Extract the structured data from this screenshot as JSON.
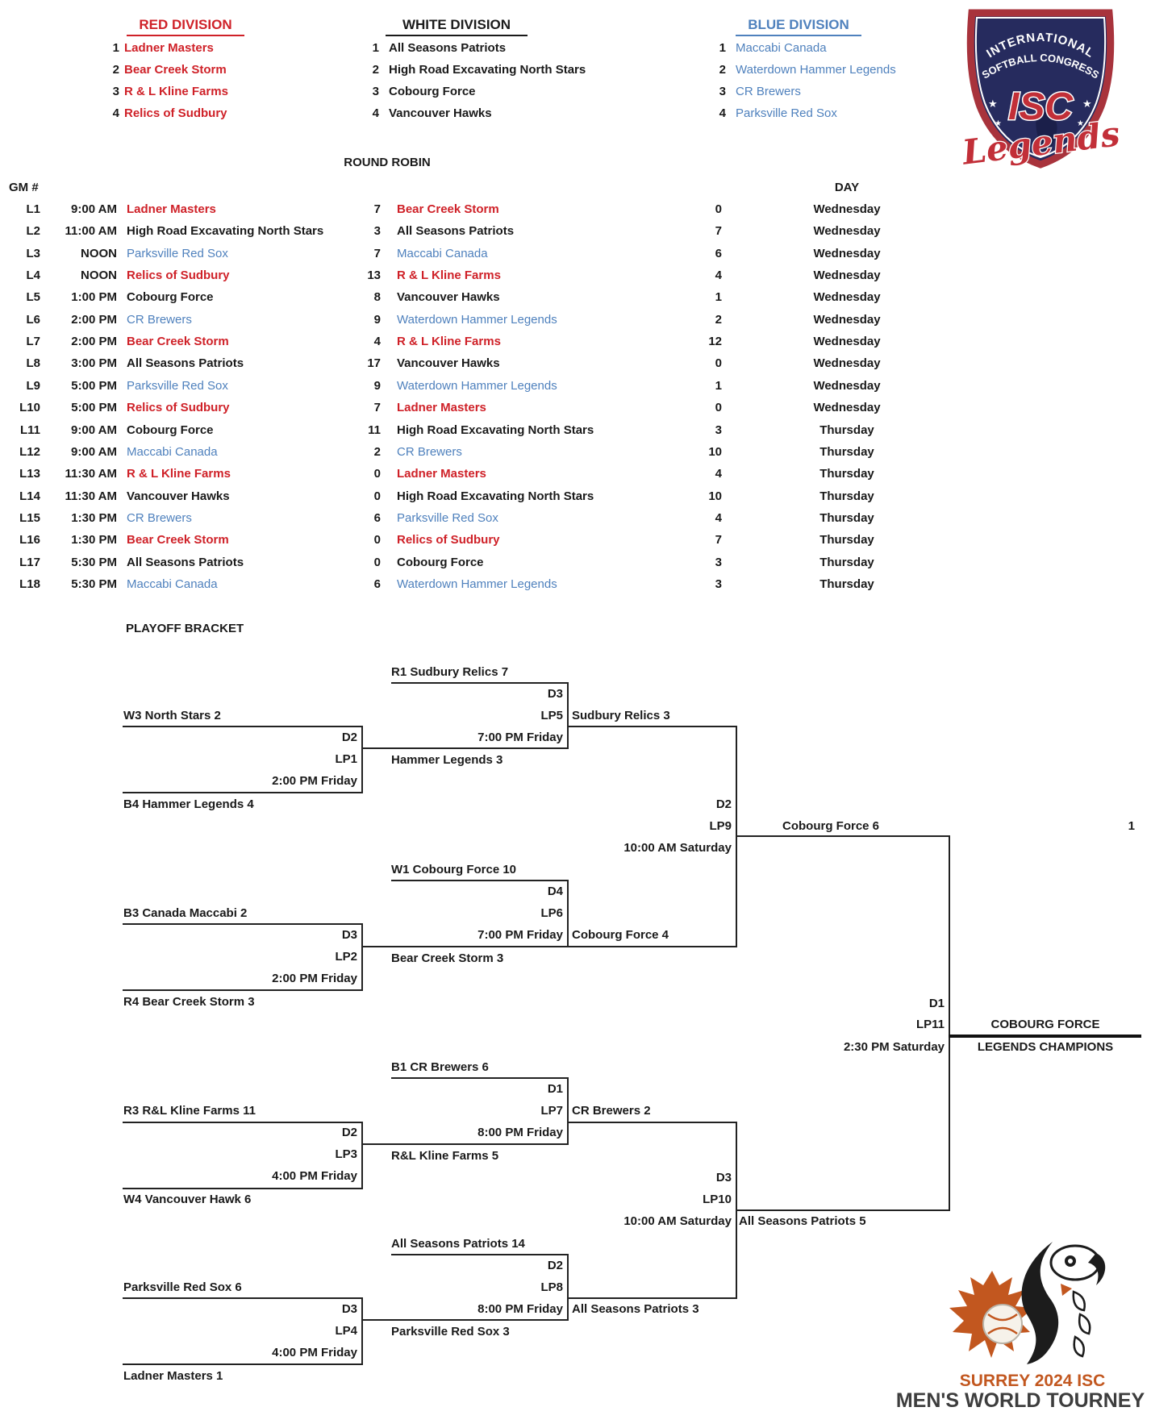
{
  "page": {
    "page_number": "1"
  },
  "divisions": [
    {
      "name": "RED DIVISION",
      "color": "#cf2128",
      "teams": [
        "Ladner Masters",
        "Bear Creek Storm",
        "R & L Kline Farms",
        "Relics of Sudbury"
      ]
    },
    {
      "name": "WHITE DIVISION",
      "color": "#1a1a1a",
      "teams": [
        "All Seasons Patriots",
        "High Road Excavating North Stars",
        "Cobourg Force",
        "Vancouver Hawks"
      ]
    },
    {
      "name": "BLUE DIVISION",
      "color": "#4f81bd",
      "teams": [
        "Maccabi Canada",
        "Waterdown Hammer Legends",
        "CR Brewers",
        "Parksville Red Sox"
      ]
    }
  ],
  "round_robin": {
    "title": "ROUND ROBIN",
    "gm_header": "GM #",
    "day_header": "DAY",
    "games": [
      {
        "gm": "L1",
        "time": "9:00 AM",
        "home": "Ladner Masters",
        "home_score": "7",
        "away": "Bear Creek Storm",
        "away_score": "0",
        "day": "Wednesday",
        "color": "red"
      },
      {
        "gm": "L2",
        "time": "11:00 AM",
        "home": "High Road Excavating North Stars",
        "home_score": "3",
        "away": "All Seasons Patriots",
        "away_score": "7",
        "day": "Wednesday",
        "color": "black"
      },
      {
        "gm": "L3",
        "time": "NOON",
        "home": "Parksville Red Sox",
        "home_score": "7",
        "away": "Maccabi Canada",
        "away_score": "6",
        "day": "Wednesday",
        "color": "blue"
      },
      {
        "gm": "L4",
        "time": "NOON",
        "home": "Relics of Sudbury",
        "home_score": "13",
        "away": "R & L Kline Farms",
        "away_score": "4",
        "day": "Wednesday",
        "color": "red"
      },
      {
        "gm": "L5",
        "time": "1:00 PM",
        "home": "Cobourg Force",
        "home_score": "8",
        "away": "Vancouver Hawks",
        "away_score": "1",
        "day": "Wednesday",
        "color": "black"
      },
      {
        "gm": "L6",
        "time": "2:00 PM",
        "home": "CR Brewers",
        "home_score": "9",
        "away": "Waterdown Hammer Legends",
        "away_score": "2",
        "day": "Wednesday",
        "color": "blue"
      },
      {
        "gm": "L7",
        "time": "2:00 PM",
        "home": "Bear Creek Storm",
        "home_score": "4",
        "away": "R & L Kline Farms",
        "away_score": "12",
        "day": "Wednesday",
        "color": "red"
      },
      {
        "gm": "L8",
        "time": "3:00 PM",
        "home": "All Seasons Patriots",
        "home_score": "17",
        "away": "Vancouver Hawks",
        "away_score": "0",
        "day": "Wednesday",
        "color": "black"
      },
      {
        "gm": "L9",
        "time": "5:00 PM",
        "home": "Parksville Red Sox",
        "home_score": "9",
        "away": "Waterdown Hammer Legends",
        "away_score": "1",
        "day": "Wednesday",
        "color": "blue"
      },
      {
        "gm": "L10",
        "time": "5:00 PM",
        "home": "Relics of Sudbury",
        "home_score": "7",
        "away": "Ladner Masters",
        "away_score": "0",
        "day": "Wednesday",
        "color": "red"
      },
      {
        "gm": "L11",
        "time": "9:00 AM",
        "home": "Cobourg Force",
        "home_score": "11",
        "away": "High Road Excavating North Stars",
        "away_score": "3",
        "day": "Thursday",
        "color": "black"
      },
      {
        "gm": "L12",
        "time": "9:00 AM",
        "home": "Maccabi Canada",
        "home_score": "2",
        "away": "CR Brewers",
        "away_score": "10",
        "day": "Thursday",
        "color": "blue"
      },
      {
        "gm": "L13",
        "time": "11:30 AM",
        "home": "R & L Kline Farms",
        "home_score": "0",
        "away": "Ladner Masters",
        "away_score": "4",
        "day": "Thursday",
        "color": "red"
      },
      {
        "gm": "L14",
        "time": "11:30 AM",
        "home": "Vancouver Hawks",
        "home_score": "0",
        "away": "High Road Excavating North Stars",
        "away_score": "10",
        "day": "Thursday",
        "color": "black"
      },
      {
        "gm": "L15",
        "time": "1:30 PM",
        "home": "CR Brewers",
        "home_score": "6",
        "away": "Parksville Red Sox",
        "away_score": "4",
        "day": "Thursday",
        "color": "blue"
      },
      {
        "gm": "L16",
        "time": "1:30 PM",
        "home": "Bear Creek Storm",
        "home_score": "0",
        "away": "Relics of Sudbury",
        "away_score": "7",
        "day": "Thursday",
        "color": "red"
      },
      {
        "gm": "L17",
        "time": "5:30 PM",
        "home": "All Seasons Patriots",
        "home_score": "0",
        "away": "Cobourg Force",
        "away_score": "3",
        "day": "Thursday",
        "color": "black"
      },
      {
        "gm": "L18",
        "time": "5:30 PM",
        "home": "Maccabi Canada",
        "home_score": "6",
        "away": "Waterdown Hammer Legends",
        "away_score": "3",
        "day": "Thursday",
        "color": "blue"
      }
    ]
  },
  "playoff": {
    "title": "PLAYOFF BRACKET",
    "games": {
      "lp1": {
        "seed_top": "W3 North Stars 2",
        "seed_bottom": "B4 Hammer Legends 4",
        "field": "D2",
        "game": "LP1",
        "time": "2:00 PM Friday",
        "winner": "Hammer Legends 3"
      },
      "lp2": {
        "seed_top": "B3 Canada Maccabi 2",
        "seed_bottom": "R4 Bear Creek Storm 3",
        "field": "D3",
        "game": "LP2",
        "time": "2:00 PM Friday",
        "winner": "Bear Creek Storm 3"
      },
      "lp3": {
        "seed_top": "R3 R&L Kline Farms 11",
        "seed_bottom": "W4 Vancouver Hawk 6",
        "field": "D2",
        "game": "LP3",
        "time": "4:00 PM Friday",
        "winner": "R&L Kline Farms 5"
      },
      "lp4": {
        "seed_top": "Parksville Red Sox 6",
        "seed_bottom": "Ladner Masters 1",
        "field": "D3",
        "game": "LP4",
        "time": "4:00 PM Friday",
        "winner": "Parksville Red Sox 3"
      },
      "lp5": {
        "seed_top": "R1 Sudbury Relics 7",
        "field": "D3",
        "game": "LP5",
        "time": "7:00 PM Friday",
        "winner": "Sudbury Relics 3"
      },
      "lp6": {
        "seed_top": "W1 Cobourg Force 10",
        "field": "D4",
        "game": "LP6",
        "time": "7:00 PM Friday",
        "winner": "Cobourg Force 4"
      },
      "lp7": {
        "seed_top": "B1 CR Brewers 6",
        "field": "D1",
        "game": "LP7",
        "time": "8:00 PM Friday",
        "winner": "CR Brewers 2"
      },
      "lp8": {
        "seed_top": "All Seasons Patriots 14",
        "field": "D2",
        "game": "LP8",
        "time": "8:00 PM Friday",
        "winner": "All Seasons Patriots 3"
      },
      "lp9": {
        "field": "D2",
        "game": "LP9",
        "time": "10:00 AM Saturday",
        "winner": "Cobourg Force 6"
      },
      "lp10": {
        "field": "D3",
        "game": "LP10",
        "time": "10:00 AM Saturday",
        "winner": "All Seasons Patriots 5"
      },
      "lp11": {
        "field": "D1",
        "game": "LP11",
        "time": "2:30 PM Saturday",
        "champion": "COBOURG FORCE",
        "champion_label": "LEGENDS CHAMPIONS"
      }
    }
  },
  "isc_logo": {
    "line1": "INTERNATIONAL",
    "line2": "SOFTBALL CONGRESS",
    "acronym": "ISC",
    "script": "Legends"
  },
  "surrey_logo": {
    "line1": "SURREY 2024 ISC",
    "line2": "MEN'S WORLD TOURNEY"
  }
}
